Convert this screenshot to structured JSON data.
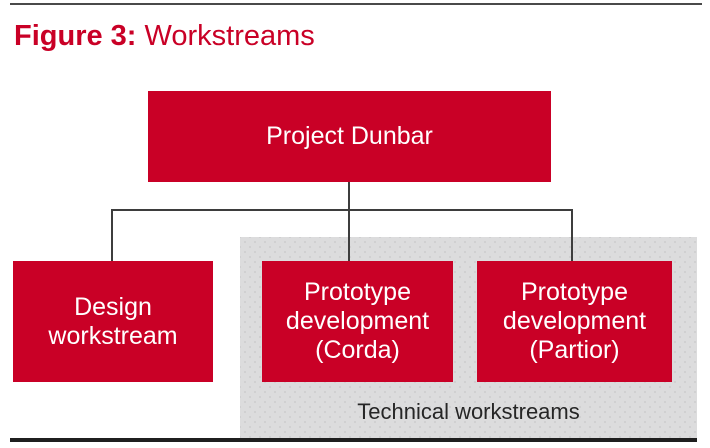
{
  "figure": {
    "label": "Figure 3:",
    "title": "Workstreams"
  },
  "diagram": {
    "root": {
      "label": "Project Dunbar"
    },
    "children": [
      {
        "label": "Design\nworkstream"
      },
      {
        "label": "Prototype\ndevelopment\n(Corda)"
      },
      {
        "label": "Prototype\ndevelopment\n(Partior)"
      }
    ],
    "group_label": "Technical workstreams"
  },
  "colors": {
    "brand_red": "#C90026",
    "panel_gray": "#DCDCDD",
    "connector_dark": "#3D3D3D",
    "text_on_red": "#FFFFFF",
    "group_label_text": "#262626"
  }
}
